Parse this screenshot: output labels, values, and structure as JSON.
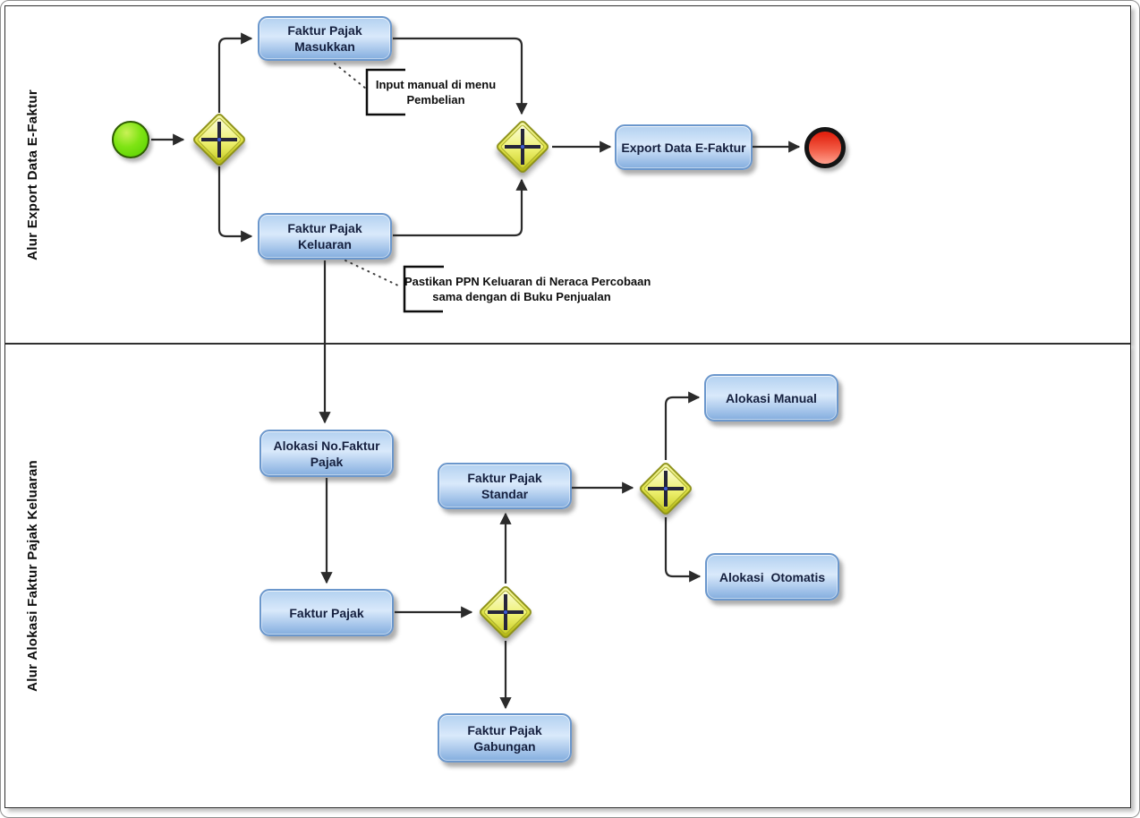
{
  "lane1": {
    "label": "Alur Export Data E-Faktur",
    "tasks": {
      "faktur_pajak_masukkan": {
        "lines": [
          "Faktur Pajak",
          "Masukkan"
        ]
      },
      "faktur_pajak_keluaran": {
        "lines": [
          "Faktur Pajak",
          "Keluaran"
        ]
      },
      "export_data_efaktur": {
        "lines": [
          "Export Data E-Faktur"
        ]
      }
    },
    "annotations": {
      "input_manual": {
        "lines": [
          "Input manual di menu",
          "Pembelian"
        ]
      },
      "pastikan_ppn": {
        "lines": [
          "Pastikan PPN Keluaran di Neraca Percobaan",
          "sama dengan di Buku Penjualan"
        ]
      }
    },
    "events": {
      "start": "start-event",
      "end": "end-event"
    }
  },
  "lane2": {
    "label": "Alur Alokasi Faktur Pajak Keluaran",
    "tasks": {
      "alokasi_no_faktur": {
        "lines": [
          "Alokasi No.Faktur",
          "Pajak"
        ]
      },
      "faktur_pajak": {
        "lines": [
          "Faktur Pajak"
        ]
      },
      "faktur_pajak_standar": {
        "lines": [
          "Faktur Pajak",
          "Standar"
        ]
      },
      "faktur_pajak_gabungan": {
        "lines": [
          "Faktur Pajak",
          "Gabungan"
        ]
      },
      "alokasi_manual": {
        "lines": [
          "Alokasi Manual"
        ]
      },
      "alokasi_otomatis": {
        "lines": [
          "Alokasi  Otomatis"
        ]
      }
    }
  },
  "colors": {
    "task_fill_light": "#d9e9fb",
    "task_fill_dark": "#85aedd",
    "task_border": "#6b97cc",
    "task_text": "#15203f",
    "gateway_fill": "#e2e549",
    "gateway_border": "#8e921a",
    "start_event_fill": "#66dd11",
    "end_event_fill": "#e22411",
    "connector": "#2b2b2b"
  }
}
